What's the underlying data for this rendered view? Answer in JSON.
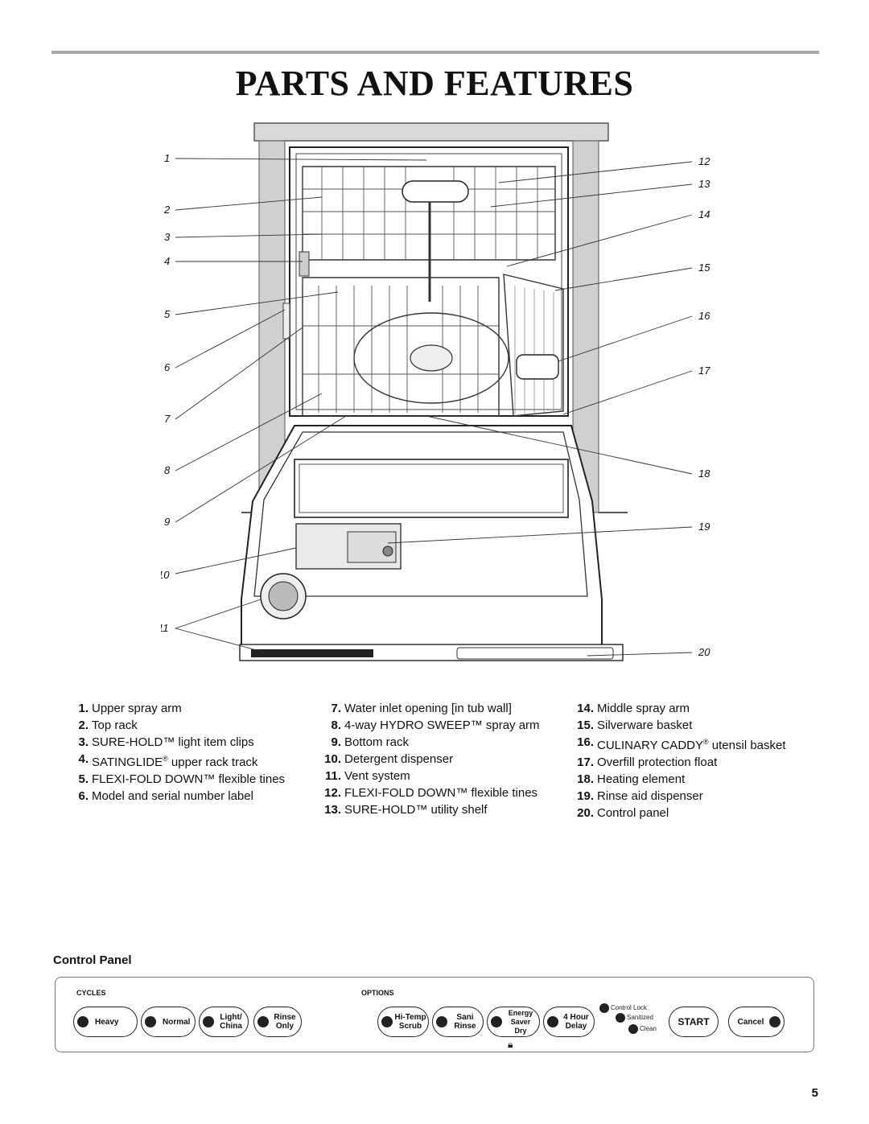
{
  "title": "PARTS AND FEATURES",
  "callouts_left": [
    "1",
    "2",
    "3",
    "4",
    "5",
    "6",
    "7",
    "8",
    "9",
    "10",
    "11"
  ],
  "callouts_right": [
    "12",
    "13",
    "14",
    "15",
    "16",
    "17",
    "18",
    "19",
    "20"
  ],
  "legend": {
    "col1": [
      {
        "num": "1.",
        "text": "Upper spray arm"
      },
      {
        "num": "2.",
        "text": "Top rack"
      },
      {
        "num": "3.",
        "text": "SURE-HOLD™ light item clips"
      },
      {
        "num": "4.",
        "text": "SATINGLIDE",
        "sup": "®",
        "text2": " upper rack track"
      },
      {
        "num": "5.",
        "text": "FLEXI-FOLD DOWN™ flexible tines"
      },
      {
        "num": "6.",
        "text": "Model and serial number label"
      }
    ],
    "col2": [
      {
        "num": "7.",
        "text": "Water inlet opening [in tub wall]"
      },
      {
        "num": "8.",
        "text": "4-way HYDRO SWEEP™ spray arm"
      },
      {
        "num": "9.",
        "text": "Bottom rack"
      },
      {
        "num": "10.",
        "text": "Detergent dispenser"
      },
      {
        "num": "11.",
        "text": "Vent system"
      },
      {
        "num": "12.",
        "text": "FLEXI-FOLD DOWN™ flexible tines"
      },
      {
        "num": "13.",
        "text": "SURE-HOLD™ utility shelf"
      }
    ],
    "col3": [
      {
        "num": "14.",
        "text": "Middle spray arm"
      },
      {
        "num": "15.",
        "text": "Silverware basket"
      },
      {
        "num": "16.",
        "text": "CULINARY CADDY",
        "sup": "®",
        "text2": " utensil basket"
      },
      {
        "num": "17.",
        "text": "Overfill protection float"
      },
      {
        "num": "18.",
        "text": "Heating element"
      },
      {
        "num": "19.",
        "text": "Rinse aid dispenser"
      },
      {
        "num": "20.",
        "text": "Control panel"
      }
    ]
  },
  "control_panel": {
    "heading": "Control Panel",
    "cycles_label": "CYCLES",
    "options_label": "OPTIONS",
    "cycles": [
      {
        "line1": "Heavy",
        "line2": ""
      },
      {
        "line1": "Normal",
        "line2": ""
      },
      {
        "line1": "Light/",
        "line2": "China"
      },
      {
        "line1": "Rinse",
        "line2": "Only"
      }
    ],
    "options": [
      {
        "line1": "Hi-Temp",
        "line2": "Scrub"
      },
      {
        "line1": "Sani",
        "line2": "Rinse"
      },
      {
        "line1": "Energy Saver",
        "line2": "Dry"
      },
      {
        "line1": "4 Hour",
        "line2": "Delay"
      }
    ],
    "indicators": {
      "control_lock": "Control Lock",
      "sanitized": "Sanitized",
      "clean": "Clean"
    },
    "start": "START",
    "cancel": "Cancel"
  },
  "page_number": "5"
}
